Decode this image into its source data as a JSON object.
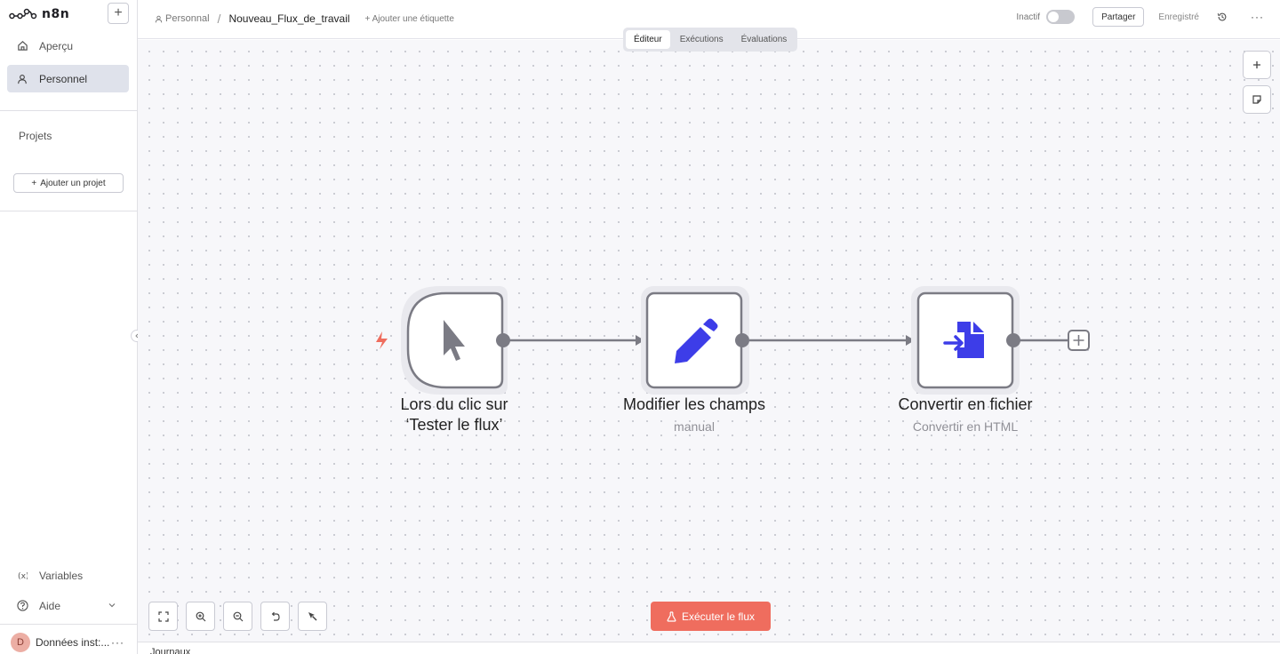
{
  "app": {
    "logo_text": "n8n"
  },
  "sidebar": {
    "new_button": "+",
    "items": [
      {
        "label": "Aperçu",
        "icon": "home-icon"
      },
      {
        "label": "Personnel",
        "icon": "user-icon",
        "active": true
      }
    ],
    "projects_label": "Projets",
    "add_project": "Ajouter un projet",
    "bottom_items": [
      {
        "label": "Variables",
        "icon": "variables-icon"
      },
      {
        "label": "Aide",
        "icon": "help-icon"
      }
    ],
    "user": {
      "initial": "D",
      "name": "Données inst:..."
    }
  },
  "header": {
    "breadcrumb_project": "Personnal",
    "breadcrumb_separator": "/",
    "workflow_name": "Nouveau_Flux_de_travail",
    "add_tag": "+ Ajouter une étiquette",
    "inactive_label": "Inactif",
    "active": false,
    "share_button": "Partager",
    "saved_label": "Enregistré"
  },
  "tabs": [
    {
      "label": "Éditeur",
      "active": true
    },
    {
      "label": "Exécutions"
    },
    {
      "label": "Évaluations"
    }
  ],
  "nodes": [
    {
      "title_line1": "Lors du clic sur",
      "title_line2": "‘Tester le flux’",
      "subtitle": "",
      "icon": "cursor-icon",
      "trigger": true
    },
    {
      "title_line1": "Modifier les champs",
      "subtitle": "manual",
      "icon": "pencil-icon"
    },
    {
      "title_line1": "Convertir en fichier",
      "subtitle": "Convertir en HTML",
      "icon": "file-convert-icon"
    }
  ],
  "execute_button": "Exécuter le flux",
  "logs_label": "Journaux",
  "colors": {
    "accent": "#ef6d5e",
    "node_border": "#7b7b84",
    "node_icon_blue": "#3d3de8",
    "node_icon_gray": "#7b7b84",
    "trigger_bolt": "#ef6d5e"
  }
}
